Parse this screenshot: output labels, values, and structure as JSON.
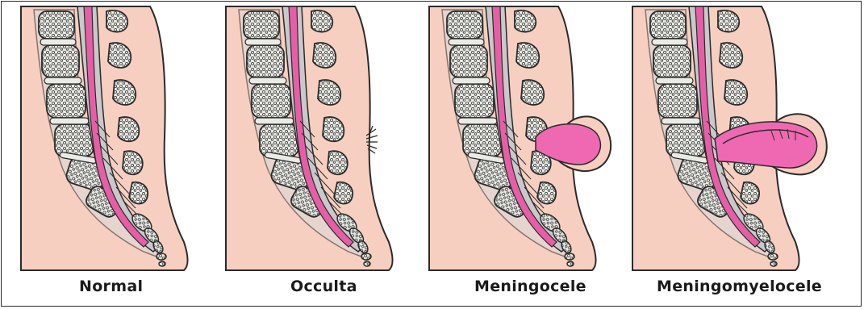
{
  "panels": [
    {
      "key": "normal",
      "label": "Normal"
    },
    {
      "key": "occulta",
      "label": "Occulta"
    },
    {
      "key": "meningocele",
      "label": "Meningocele"
    },
    {
      "key": "meningomyelocele",
      "label": "Meningomyelocele"
    }
  ],
  "colors": {
    "skin": "#f7cfc0",
    "skin_outline": "#2a2a2a",
    "cord": "#e65fa6",
    "dura": "#c9c9cc",
    "bone": "#e9ebe4",
    "bone_texture": "#4a4a4a",
    "sac": "#ef69b2"
  }
}
